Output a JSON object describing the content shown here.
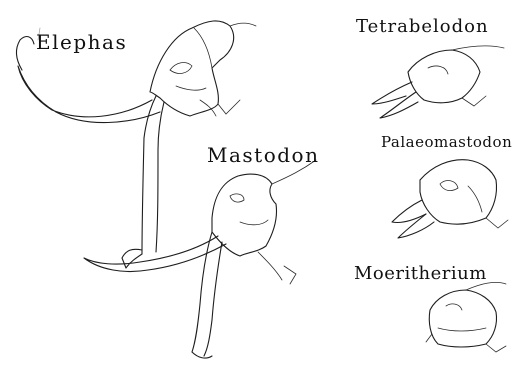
{
  "labels": {
    "elephas": "Elephas",
    "mastodon": "Mastodon",
    "tetrabelodon": "Tetrabelodon",
    "palaeomastodon": "Palaeomastodon",
    "moeritherium": "Moeritherium"
  },
  "colors": {
    "ink": "#1e1e1e",
    "background": "#ffffff"
  }
}
